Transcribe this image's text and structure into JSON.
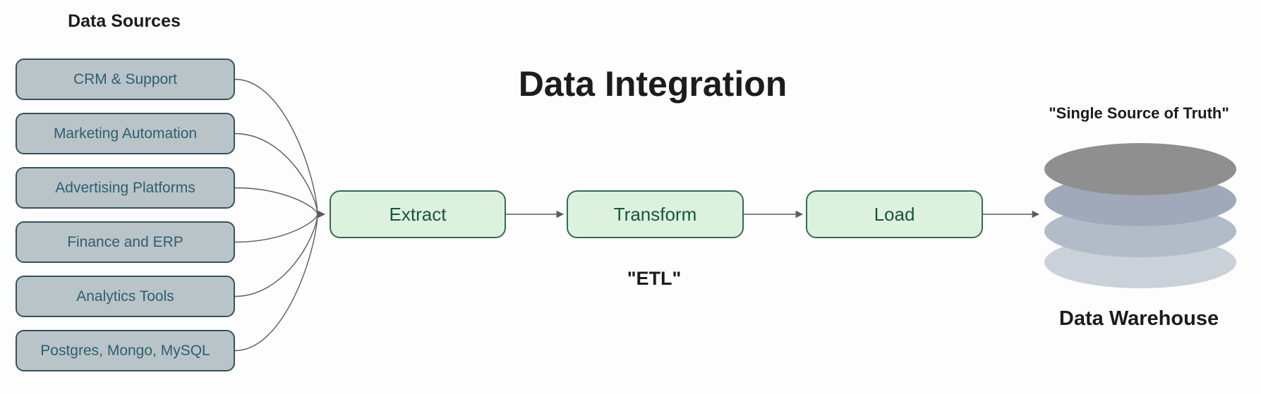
{
  "title": "Data Integration",
  "sources": {
    "heading": "Data Sources",
    "items": [
      "CRM & Support",
      "Marketing Automation",
      "Advertising Platforms",
      "Finance and ERP",
      "Analytics Tools",
      "Postgres, Mongo, MySQL"
    ]
  },
  "pipeline": {
    "steps": [
      "Extract",
      "Transform",
      "Load"
    ],
    "caption": "\"ETL\""
  },
  "warehouse": {
    "tagline": "\"Single Source of Truth\"",
    "label": "Data Warehouse",
    "icon": "database-cylinder-icon"
  },
  "colors": {
    "bg": "#fdfdfd",
    "edge": "#5c5c5c",
    "heading_text": "#1c1c1c",
    "source_fill": "#b9c4c9",
    "source_border": "#35525b",
    "source_text": "#2d5f6e",
    "step_fill": "#ddf1df",
    "step_border": "#2e6f4f",
    "step_text": "#16563f",
    "disk1": "#8f8f8f",
    "disk2": "#9fa9b9",
    "disk3": "#b2bcc8",
    "disk4": "#cbd1d9"
  }
}
